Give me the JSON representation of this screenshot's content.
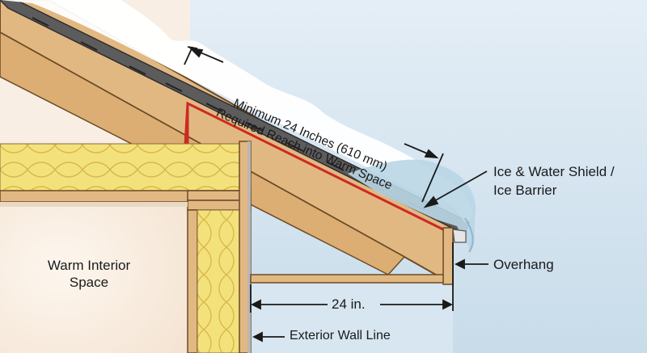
{
  "dimension_reach": {
    "line1": "Minimum 24 Inches (610 mm)",
    "line2": "Required Reach into Warm Space"
  },
  "labels": {
    "ice_barrier_line1": "Ice & Water Shield /",
    "ice_barrier_line2": "Ice Barrier",
    "overhang": "Overhang",
    "overhang_width": "24 in.",
    "exterior_wall_line": "Exterior Wall Line",
    "warm_space_line1": "Warm Interior",
    "warm_space_line2": "Space"
  },
  "colors": {
    "sky": "#cfe1ee",
    "interior_wall": "#f6e6d6",
    "wood": "#e2b882",
    "wood_edge": "#6b4a26",
    "insulation": "#f2e27a",
    "ice_barrier": "#cc2a22",
    "snow": "#ffffff",
    "ice": "#b9d6e6"
  }
}
